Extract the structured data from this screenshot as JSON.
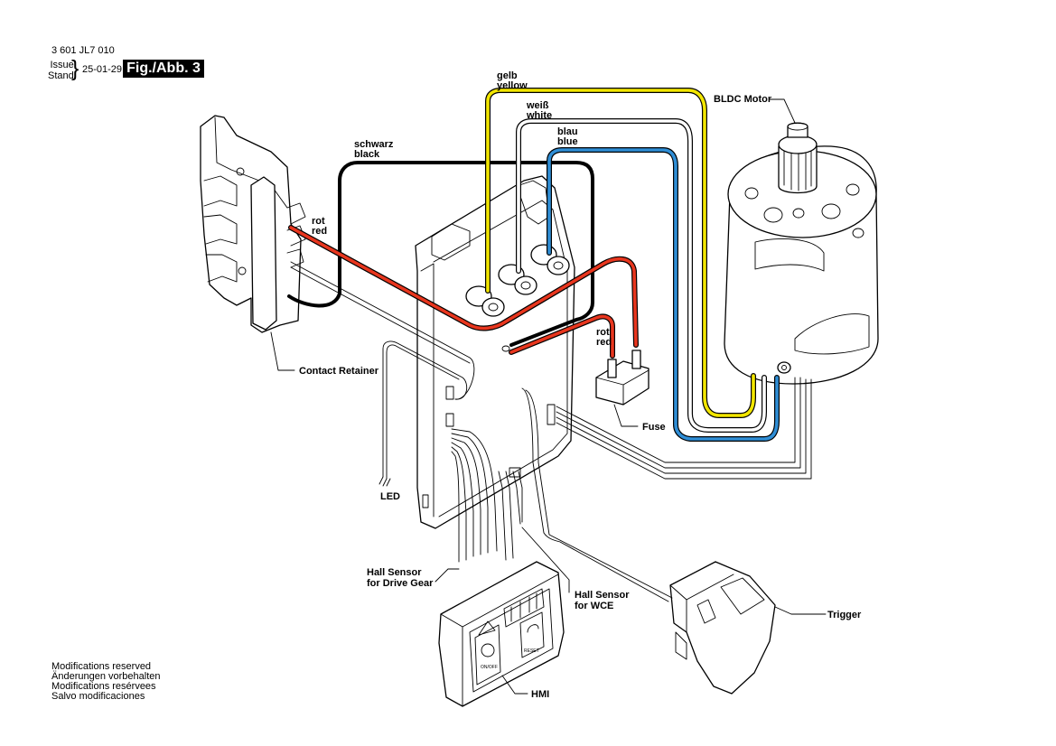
{
  "header": {
    "doc_number": "3 601 JL7 010",
    "issue_line1": "Issue",
    "issue_line2": "Stand",
    "date": "25-01-29",
    "fig_label": "Fig./Abb. 3"
  },
  "wires": {
    "yellow": {
      "de": "gelb",
      "en": "yellow",
      "color": "#f2e600"
    },
    "white": {
      "de": "weiß",
      "en": "white",
      "color": "#ffffff"
    },
    "blue": {
      "de": "blau",
      "en": "blue",
      "color": "#2f8ed6"
    },
    "black": {
      "de": "schwarz",
      "en": "black",
      "color": "#000000"
    },
    "red_top": {
      "de": "rot",
      "en": "red",
      "color": "#e8361e"
    },
    "red_fuse": {
      "de": "rot",
      "en": "red",
      "color": "#e8361e"
    }
  },
  "components": {
    "motor": "BLDC Motor",
    "contact_retainer": "Contact Retainer",
    "fuse": "Fuse",
    "led": "LED",
    "hall_drive_line1": "Hall Sensor",
    "hall_drive_line2": "for Drive Gear",
    "hall_wce_line1": "Hall Sensor",
    "hall_wce_line2": "for WCE",
    "hmi": "HMI",
    "trigger": "Trigger"
  },
  "hmi_panel": {
    "on_off": "ON/OFF",
    "reset": "RESET"
  },
  "notes": [
    "Modifications reserved",
    "Änderungen vorbehalten",
    "Modifications resérvees",
    "Salvo modificaciones"
  ]
}
